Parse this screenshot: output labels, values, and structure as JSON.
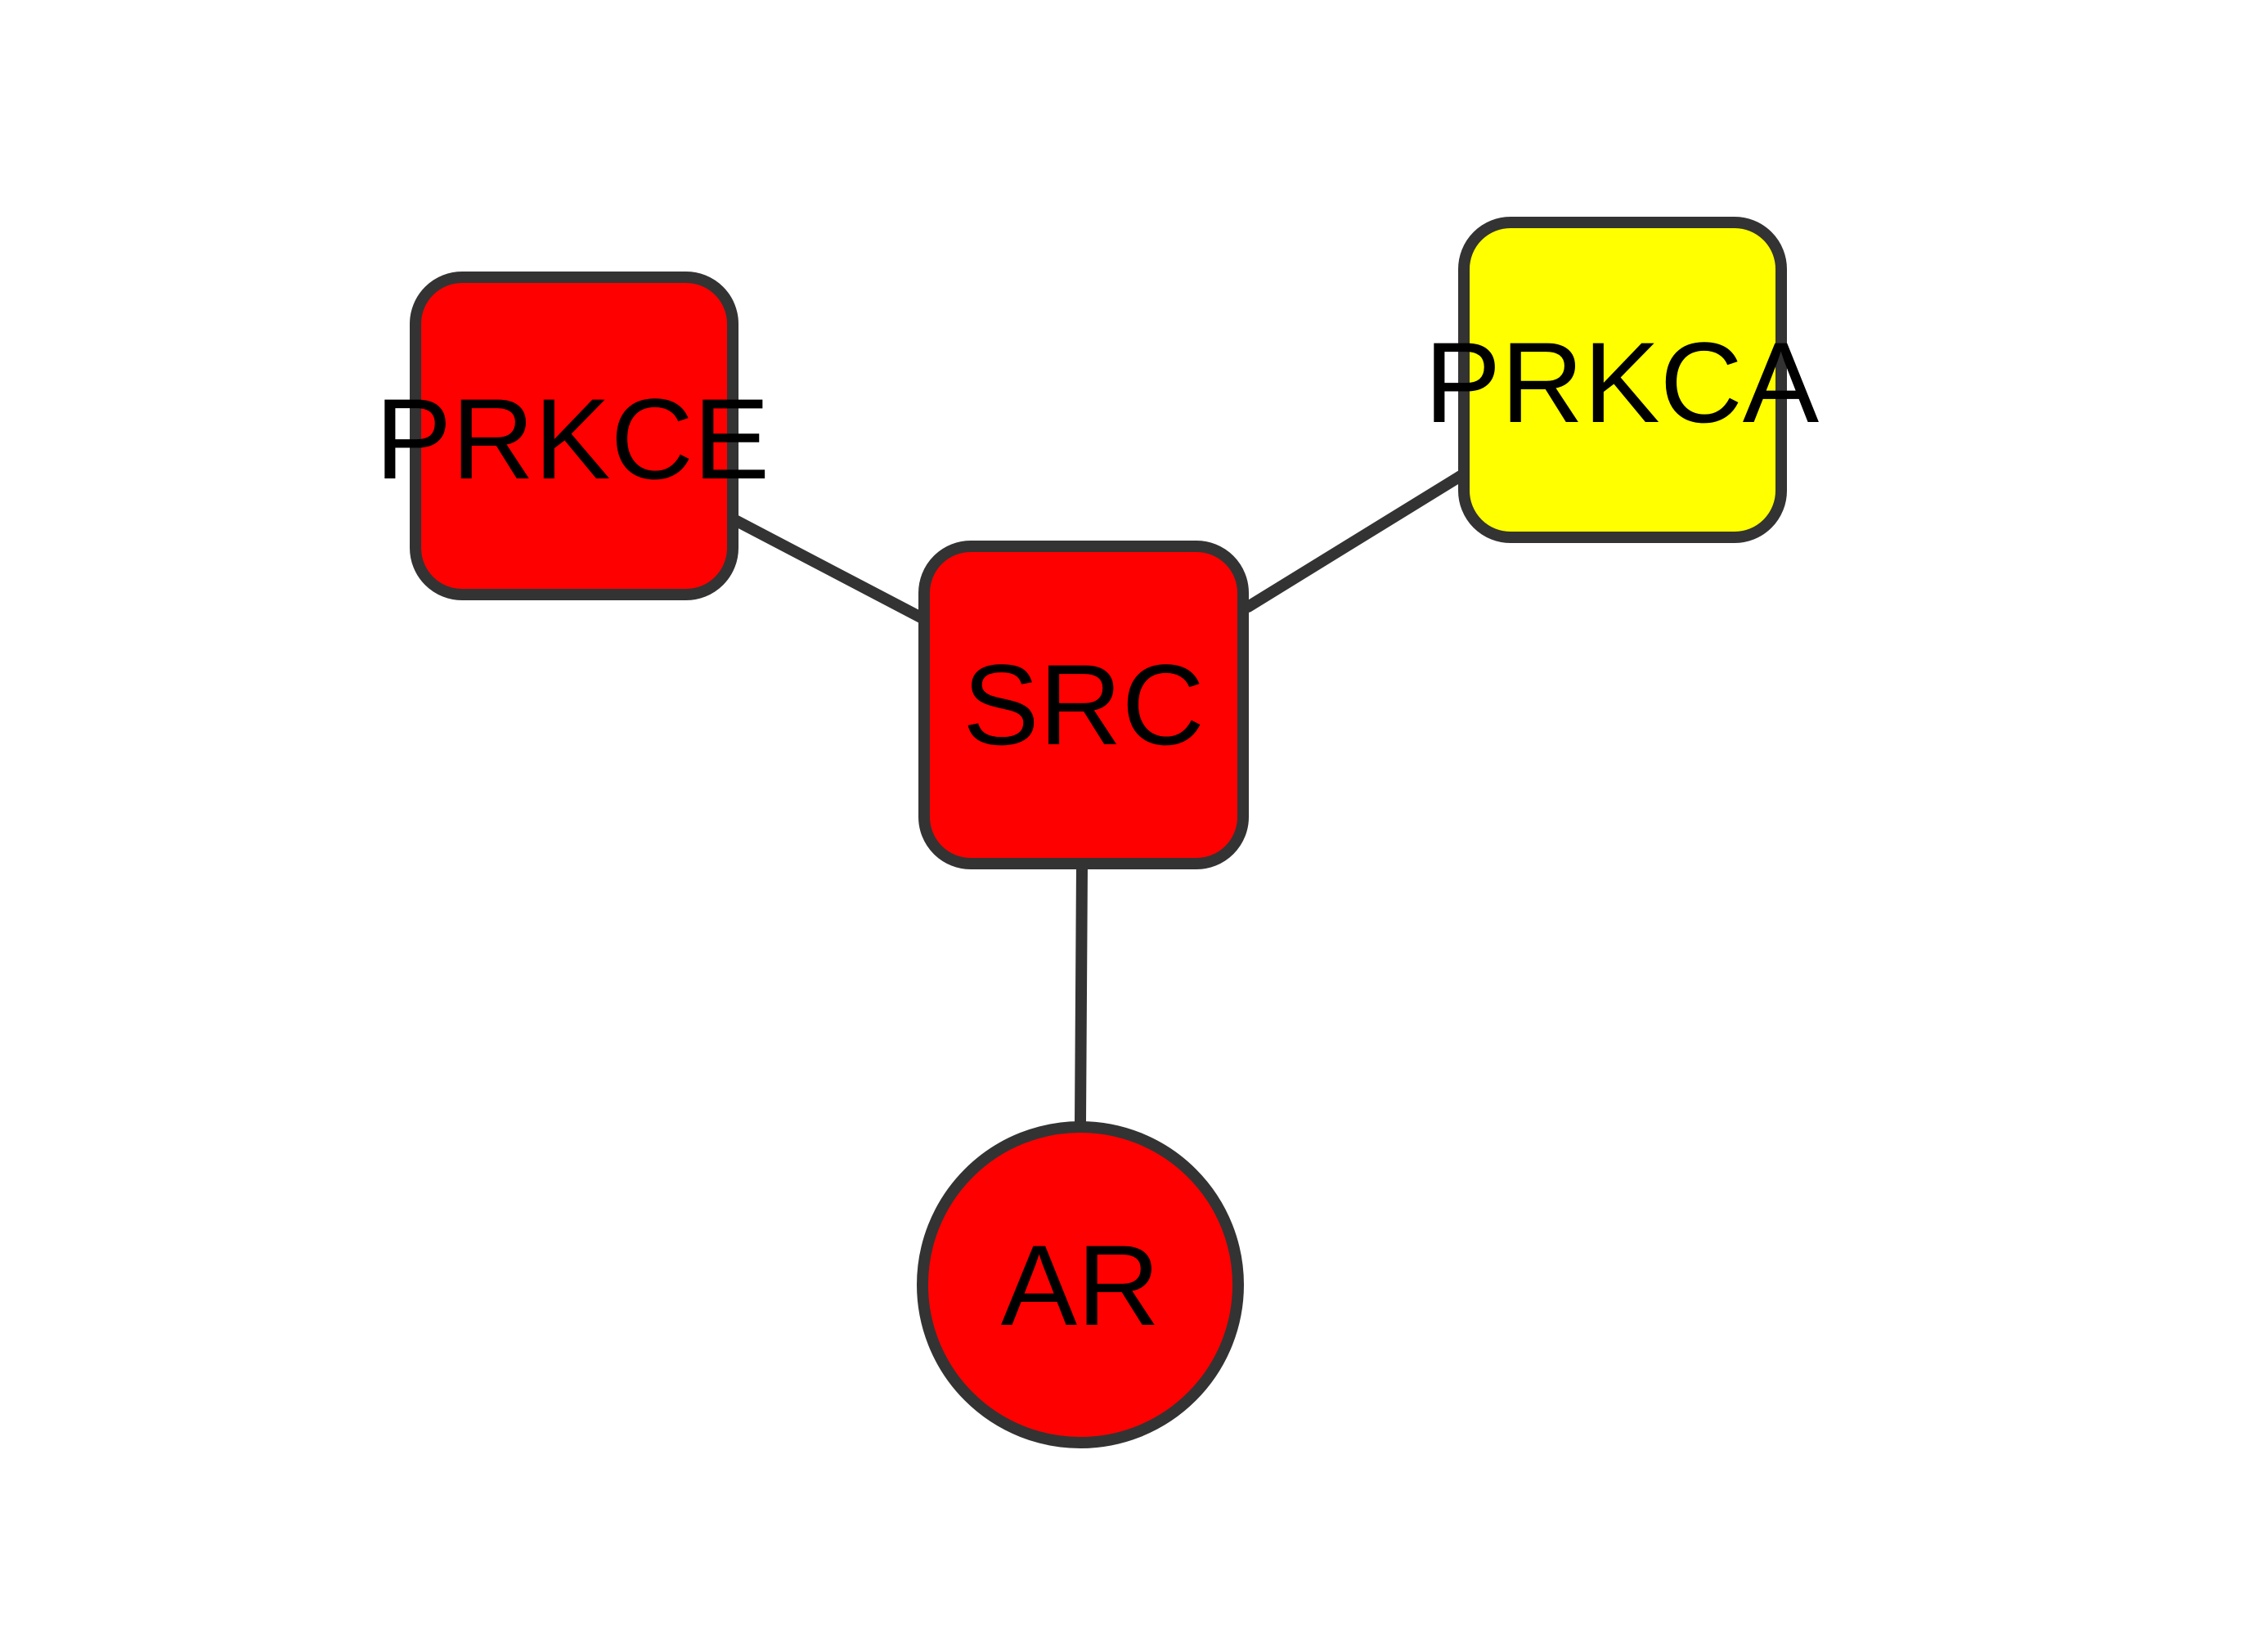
{
  "colors": {
    "background": "#ffffff",
    "node_border": "#333333",
    "edge": "#333333",
    "label": "#000000"
  },
  "network": {
    "nodes": [
      {
        "id": "PRKCE",
        "label": "PRKCE",
        "shape": "rounded-square",
        "fill": "#ff0000"
      },
      {
        "id": "PRKCA",
        "label": "PRKCA",
        "shape": "rounded-square",
        "fill": "#ffff00"
      },
      {
        "id": "SRC",
        "label": "SRC",
        "shape": "rounded-square",
        "fill": "#ff0000"
      },
      {
        "id": "AR",
        "label": "AR",
        "shape": "circle",
        "fill": "#ff0000"
      }
    ],
    "edges": [
      {
        "source": "PRKCE",
        "target": "SRC"
      },
      {
        "source": "PRKCA",
        "target": "SRC"
      },
      {
        "source": "SRC",
        "target": "AR"
      }
    ]
  }
}
